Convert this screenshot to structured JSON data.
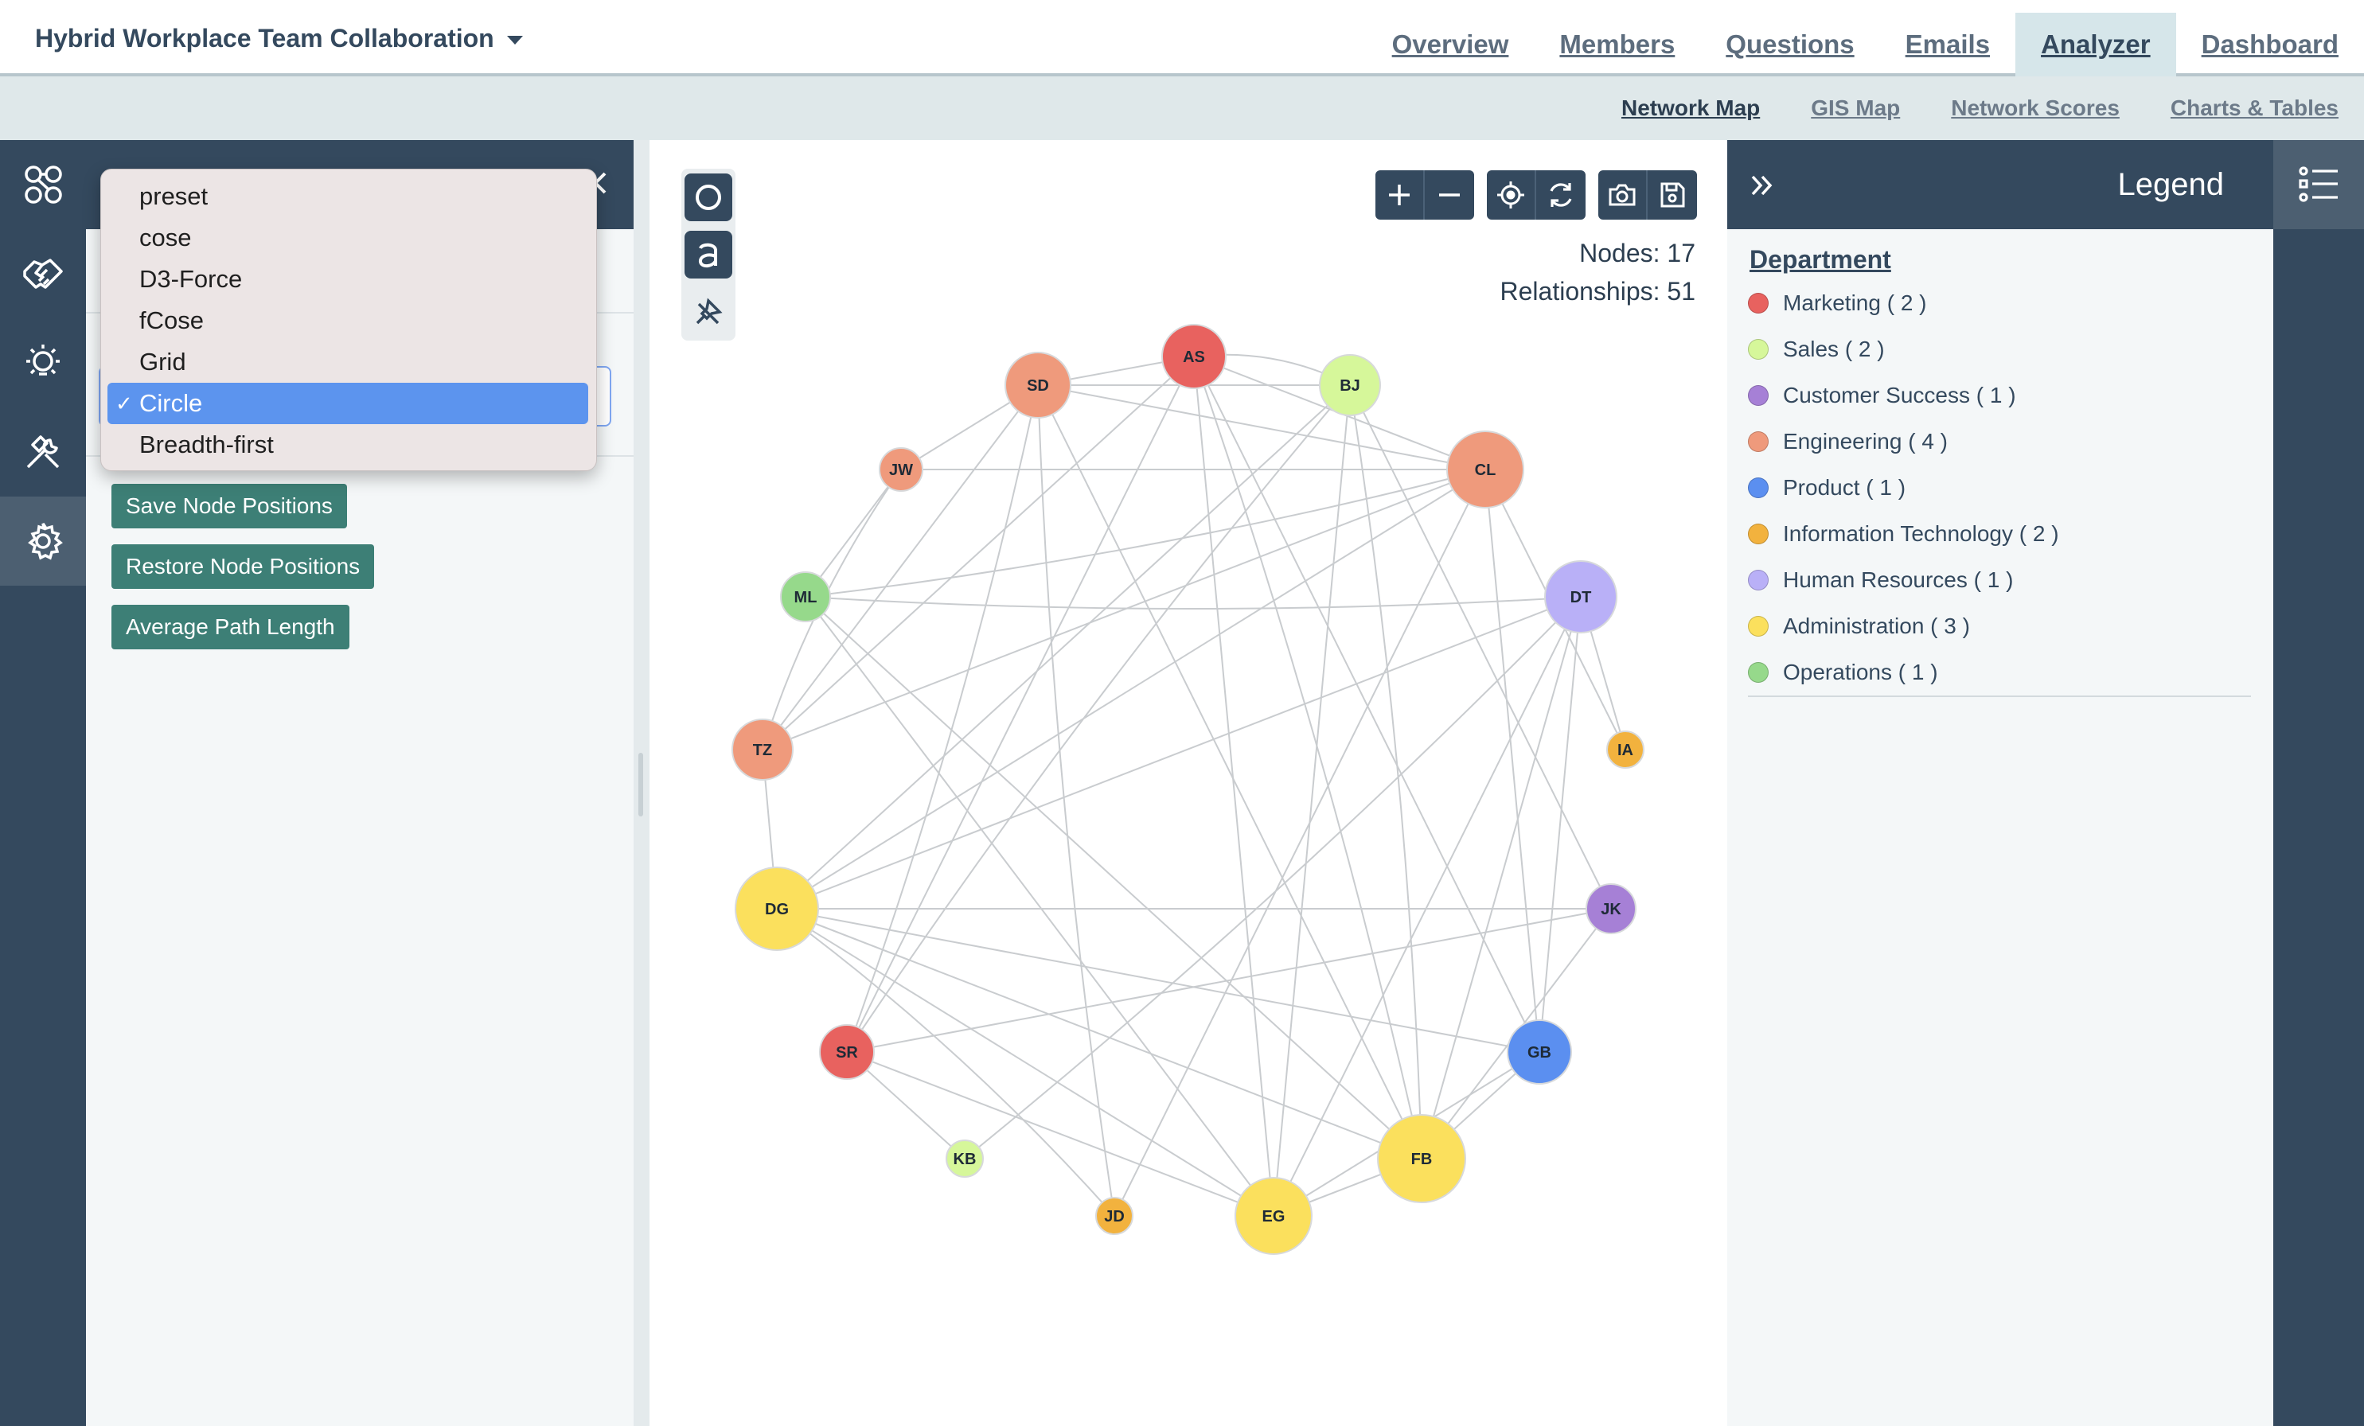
{
  "header": {
    "project_title": "Hybrid Workplace Team Collaboration",
    "nav": [
      {
        "label": "Overview"
      },
      {
        "label": "Members"
      },
      {
        "label": "Questions"
      },
      {
        "label": "Emails"
      },
      {
        "label": "Analyzer",
        "active": true
      },
      {
        "label": "Dashboard"
      }
    ]
  },
  "subnav": [
    {
      "label": "Network Map",
      "active": true
    },
    {
      "label": "GIS Map"
    },
    {
      "label": "Network Scores"
    },
    {
      "label": "Charts & Tables"
    }
  ],
  "left_rail": {
    "icons": [
      "network-icon",
      "handshake-icon",
      "lightbulb-icon",
      "tools-icon",
      "gear-icon"
    ],
    "active": "gear-icon"
  },
  "layout_dropdown": {
    "options": [
      "preset",
      "cose",
      "D3-Force",
      "fCose",
      "Grid",
      "Circle",
      "Breadth-first"
    ],
    "selected": "Circle"
  },
  "panel_buttons": {
    "save": "Save Node Positions",
    "restore": "Restore Node Positions",
    "average_path": "Average Path Length"
  },
  "canvas": {
    "node_count_text": "Nodes: 17",
    "relationship_count_text": "Relationships: 51",
    "toolbar_icons": [
      "zoom-in-icon",
      "zoom-out-icon",
      "center-icon",
      "refresh-icon",
      "camera-icon",
      "save-icon"
    ],
    "side_tools": [
      "circle-node-icon",
      "label-icon",
      "pin-off-icon"
    ]
  },
  "legend": {
    "title": "Legend",
    "group_title": "Department",
    "items": [
      {
        "label": "Marketing ( 2 )",
        "color": "#e8625f"
      },
      {
        "label": "Sales ( 2 )",
        "color": "#d6f79a"
      },
      {
        "label": "Customer Success ( 1 )",
        "color": "#a680d6"
      },
      {
        "label": "Engineering ( 4 )",
        "color": "#ef9a7c"
      },
      {
        "label": "Product ( 1 )",
        "color": "#5b8ff0"
      },
      {
        "label": "Information Technology ( 2 )",
        "color": "#f2b23e"
      },
      {
        "label": "Human Resources ( 1 )",
        "color": "#b9b0f7"
      },
      {
        "label": "Administration ( 3 )",
        "color": "#fbe05d"
      },
      {
        "label": "Operations ( 1 )",
        "color": "#96d98b"
      }
    ]
  },
  "graph": {
    "nodes": [
      {
        "id": "AS",
        "dept": "Marketing"
      },
      {
        "id": "BJ",
        "dept": "Sales"
      },
      {
        "id": "CL",
        "dept": "Engineering"
      },
      {
        "id": "DT",
        "dept": "Human Resources"
      },
      {
        "id": "IA",
        "dept": "Information Technology"
      },
      {
        "id": "JK",
        "dept": "Customer Success"
      },
      {
        "id": "GB",
        "dept": "Product"
      },
      {
        "id": "FB",
        "dept": "Administration"
      },
      {
        "id": "EG",
        "dept": "Administration"
      },
      {
        "id": "JD",
        "dept": "Information Technology"
      },
      {
        "id": "KB",
        "dept": "Sales"
      },
      {
        "id": "SR",
        "dept": "Marketing"
      },
      {
        "id": "DG",
        "dept": "Administration"
      },
      {
        "id": "TZ",
        "dept": "Engineering"
      },
      {
        "id": "ML",
        "dept": "Operations"
      },
      {
        "id": "JW",
        "dept": "Engineering"
      },
      {
        "id": "SD",
        "dept": "Engineering"
      }
    ],
    "edges": [
      [
        "AS",
        "BJ"
      ],
      [
        "AS",
        "SD"
      ],
      [
        "AS",
        "CL"
      ],
      [
        "AS",
        "TZ"
      ],
      [
        "AS",
        "SR"
      ],
      [
        "AS",
        "FB"
      ],
      [
        "AS",
        "GB"
      ],
      [
        "AS",
        "EG"
      ],
      [
        "BJ",
        "SD"
      ],
      [
        "BJ",
        "JK"
      ],
      [
        "BJ",
        "FB"
      ],
      [
        "BJ",
        "EG"
      ],
      [
        "BJ",
        "DG"
      ],
      [
        "CL",
        "SD"
      ],
      [
        "CL",
        "JW"
      ],
      [
        "CL",
        "ML"
      ],
      [
        "CL",
        "TZ"
      ],
      [
        "CL",
        "GB"
      ],
      [
        "CL",
        "JD"
      ],
      [
        "CL",
        "IA"
      ],
      [
        "DT",
        "ML"
      ],
      [
        "DT",
        "DG"
      ],
      [
        "DT",
        "GB"
      ],
      [
        "DT",
        "FB"
      ],
      [
        "DT",
        "EG"
      ],
      [
        "DT",
        "KB"
      ],
      [
        "DT",
        "IA"
      ],
      [
        "SD",
        "JW"
      ],
      [
        "SD",
        "TZ"
      ],
      [
        "SD",
        "FB"
      ],
      [
        "SD",
        "SR"
      ],
      [
        "ML",
        "FB"
      ],
      [
        "ML",
        "EG"
      ],
      [
        "ML",
        "JW"
      ],
      [
        "TZ",
        "DG"
      ],
      [
        "TZ",
        "JW"
      ],
      [
        "DG",
        "FB"
      ],
      [
        "DG",
        "EG"
      ],
      [
        "DG",
        "JK"
      ],
      [
        "DG",
        "GB"
      ],
      [
        "DG",
        "JD"
      ],
      [
        "DG",
        "CL"
      ],
      [
        "SR",
        "KB"
      ],
      [
        "SR",
        "JK"
      ],
      [
        "SR",
        "EG"
      ],
      [
        "SR",
        "BJ"
      ],
      [
        "EG",
        "FB"
      ],
      [
        "EG",
        "GB"
      ],
      [
        "FB",
        "GB"
      ],
      [
        "JK",
        "FB"
      ],
      [
        "JD",
        "SD"
      ]
    ]
  }
}
